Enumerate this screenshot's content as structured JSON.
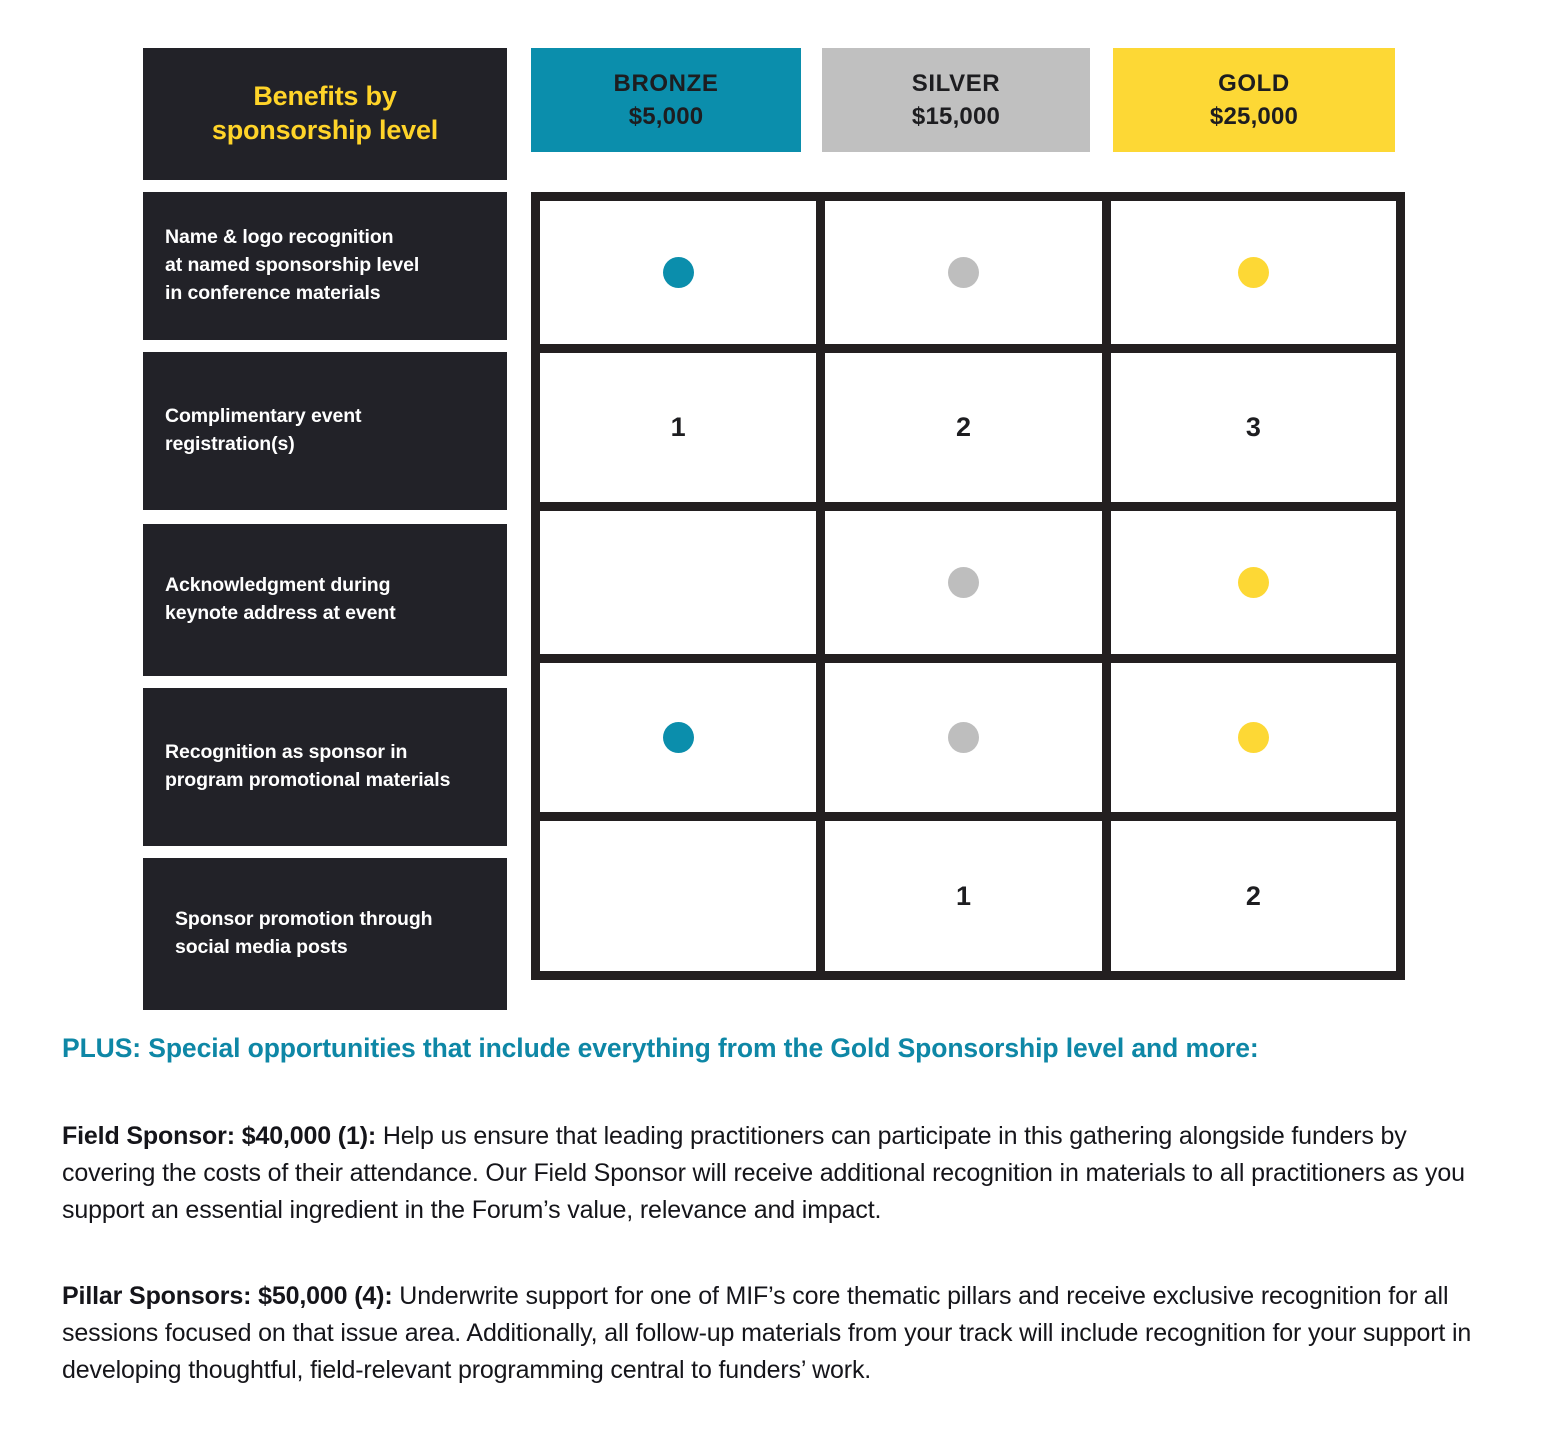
{
  "table": {
    "title": "Benefits by\nsponsorship level",
    "title_lines": [
      "Benefits by",
      "sponsorship level"
    ],
    "tiers": [
      {
        "name": "BRONZE",
        "amount": "$5,000",
        "color": "#0B8EAC"
      },
      {
        "name": "SILVER",
        "amount": "$15,000",
        "color": "#C0C0C0"
      },
      {
        "name": "GOLD",
        "amount": "$25,000",
        "color": "#FDD835"
      }
    ],
    "rows": [
      {
        "label_lines": [
          "Name & logo recognition",
          "at named sponsorship level",
          "in conference materials"
        ],
        "cells": [
          {
            "type": "dot",
            "value": "bronze-dot"
          },
          {
            "type": "dot",
            "value": "silver-dot"
          },
          {
            "type": "dot",
            "value": "gold-dot"
          }
        ]
      },
      {
        "label_lines": [
          "Complimentary event",
          "registration(s)"
        ],
        "cells": [
          {
            "type": "number",
            "value": "1"
          },
          {
            "type": "number",
            "value": "2"
          },
          {
            "type": "number",
            "value": "3"
          }
        ]
      },
      {
        "label_lines": [
          "Acknowledgment during",
          "keynote address at event"
        ],
        "cells": [
          {
            "type": "empty",
            "value": ""
          },
          {
            "type": "dot",
            "value": "silver-dot"
          },
          {
            "type": "dot",
            "value": "gold-dot"
          }
        ]
      },
      {
        "label_lines": [
          "Recognition as sponsor in",
          "program promotional materials"
        ],
        "cells": [
          {
            "type": "dot",
            "value": "bronze-dot"
          },
          {
            "type": "dot",
            "value": "silver-dot"
          },
          {
            "type": "dot",
            "value": "gold-dot"
          }
        ]
      },
      {
        "label_lines": [
          "Sponsor promotion through",
          "social media posts"
        ],
        "cells": [
          {
            "type": "empty",
            "value": ""
          },
          {
            "type": "number",
            "value": "1"
          },
          {
            "type": "number",
            "value": "2"
          }
        ]
      }
    ]
  },
  "plus": {
    "heading": "PLUS: Special opportunities that include everything from the Gold Sponsorship level and more:",
    "color": "#0E87A6"
  },
  "paragraphs": [
    {
      "lead": "Field Sponsor: $40,000 (1):",
      "body": " Help us ensure that leading practitioners can participate in this gathering alongside funders by covering the costs of their attendance. Our Field Sponsor will receive additional recognition in materials to all practitioners as you support an essential ingredient in the Forum’s value, relevance and impact."
    },
    {
      "lead": "Pillar Sponsors: $50,000 (4):",
      "body": " Underwrite support for one of MIF’s core thematic pillars and receive exclusive recognition for all sessions focused on that issue area. Additionally, all follow-up materials from your track will include recognition for your support in developing thoughtful, field-relevant programming central to funders’ work."
    }
  ],
  "colors": {
    "dark": "#222228",
    "title_yellow": "#FFD429",
    "teal": "#0B8EAC",
    "silver": "#C0C0C0",
    "gold": "#FDD835",
    "grid_border": "#231f20",
    "heading_teal": "#0E87A6"
  }
}
